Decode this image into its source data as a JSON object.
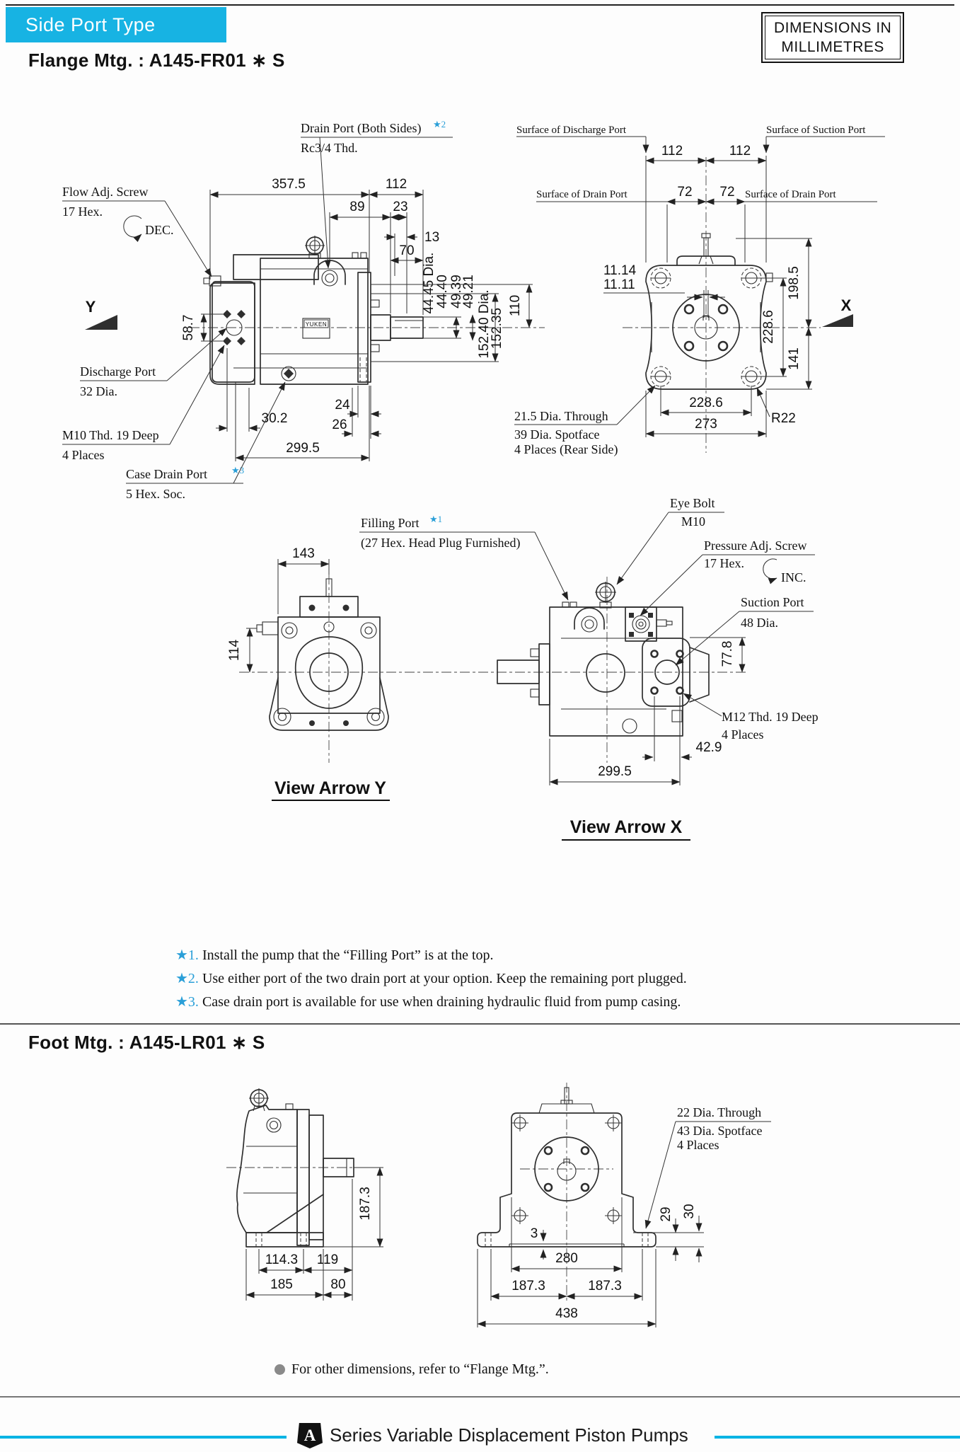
{
  "page": {
    "banner": "Side Port Type",
    "dim_box": [
      "DIMENSIONS IN",
      "MILLIMETRES"
    ],
    "note": "For other dimensions, refer to “Flange Mtg.”.",
    "footer": "Series Variable Displacement Piston Pumps",
    "footer_logo": "A",
    "colors": {
      "accent": "#17b3e3",
      "star": "#2a9fd8",
      "footer_line": "#00b4e4"
    }
  },
  "flange": {
    "heading": "Flange Mtg. : A145-FR01 ∗ S",
    "callouts": {
      "flow_adj1": "Flow Adj. Screw",
      "flow_adj2": "17 Hex.",
      "dec": "DEC.",
      "drain1": "Drain Port (Both Sides)",
      "drain_star": "★2",
      "drain2": "Rc3/4 Thd.",
      "discharge1": "Discharge Port",
      "discharge2": "32 Dia.",
      "m10_1": "M10 Thd. 19 Deep",
      "m10_2": "4 Places",
      "case1": "Case Drain Port",
      "case_star": "★3",
      "case2": "5 Hex. Soc.",
      "surf_discharge": "Surface of Discharge Port",
      "surf_suction": "Surface of Suction Port",
      "surf_drain_l": "Surface of Drain Port",
      "surf_drain_r": "Surface of Drain Port",
      "hole1": "21.5 Dia. Through",
      "hole2": "39 Dia. Spotface",
      "hole3": "4 Places (Rear Side)",
      "r22": "R22",
      "view_y": "Y",
      "view_x": "X",
      "brand": "YUKEN"
    },
    "dims": {
      "d3575": "357.5",
      "d112": "112",
      "d89": "89",
      "d23": "23",
      "d13": "13",
      "d70": "70",
      "d4445": "44.45 Dia.",
      "d4440": "44.40",
      "d4939": "49.39",
      "d4921": "49.21",
      "d15240": "152.40 Dia.",
      "d15235": "152.35",
      "d110": "110",
      "d587": "58.7",
      "d302": "30.2",
      "d24": "24",
      "d26": "26",
      "d2995": "299.5",
      "d112a": "112",
      "d112b": "112",
      "d72a": "72",
      "d72b": "72",
      "d1114": "11.14",
      "d1111": "11.11",
      "d1985": "198.5",
      "d2286v": "228.6",
      "d141": "141",
      "d2286h": "228.6",
      "d273": "273"
    }
  },
  "view_y": {
    "caption": "View Arrow Y",
    "filling1": "Filling Port",
    "filling_star": "★1",
    "filling2": "(27 Hex. Head Plug Furnished)",
    "d143": "143",
    "d114": "114"
  },
  "view_x": {
    "caption": "View Arrow X",
    "eye1": "Eye Bolt",
    "eye2": "M10",
    "press1": "Pressure Adj. Screw",
    "press2": "17 Hex.",
    "inc": "INC.",
    "suction1": "Suction Port",
    "suction2": "48 Dia.",
    "m12_1": "M12 Thd. 19 Deep",
    "m12_2": "4 Places",
    "d778": "77.8",
    "d429": "42.9",
    "d2995": "299.5"
  },
  "footnotes": [
    {
      "marker": "★1.",
      "text": "Install the pump that the “Filling Port” is at the top."
    },
    {
      "marker": "★2.",
      "text": "Use either port of the two drain port at your option. Keep the remaining port plugged."
    },
    {
      "marker": "★3.",
      "text": "Case drain port is available for use when draining hydraulic fluid from pump casing."
    }
  ],
  "foot": {
    "heading": "Foot Mtg. : A145-LR01 ∗ S",
    "callouts": {
      "hole1": "22 Dia. Through",
      "hole2": "43 Dia. Spotface",
      "hole3": "4 Places"
    },
    "dims": {
      "d1873v": "187.3",
      "d1143": "114.3",
      "d119": "119",
      "d185": "185",
      "d80": "80",
      "d3": "3",
      "d29": "29",
      "d30": "30",
      "d280": "280",
      "d1873a": "187.3",
      "d1873b": "187.3",
      "d438": "438"
    }
  }
}
